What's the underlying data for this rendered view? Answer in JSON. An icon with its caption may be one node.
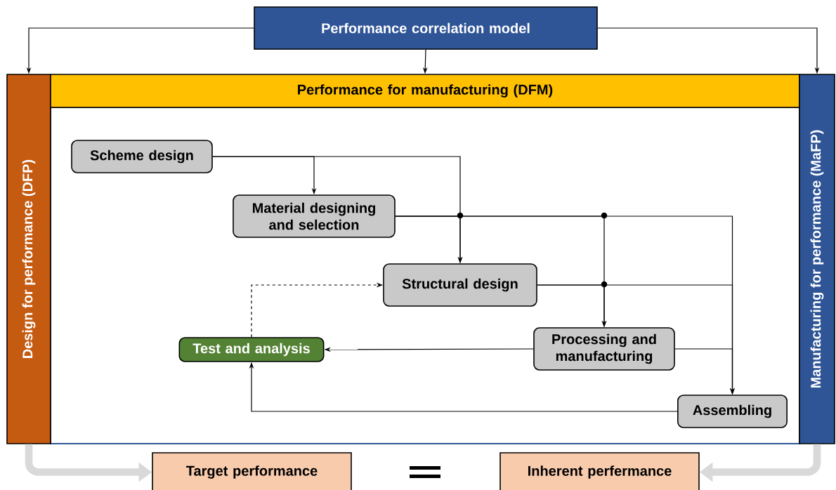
{
  "diagram": {
    "nodes": [
      {
        "text": [
          "Performance correlation model"
        ]
      },
      {
        "text": [
          "Design for performance (DFP)"
        ]
      },
      {
        "text": [
          "Performance for manufacturing (DFM)"
        ]
      },
      {
        "text": [
          "Manufacturing for performance (MaFP)"
        ]
      },
      {
        "text": [
          "Scheme design"
        ]
      },
      {
        "text": [
          "Material designing and selection"
        ]
      },
      {
        "text": [
          "Structural design"
        ]
      },
      {
        "text": [
          "Test and analysis"
        ]
      },
      {
        "text": [
          "Processing and manufacturing"
        ]
      },
      {
        "text": [
          "Assembling"
        ]
      },
      {
        "text": [
          "Target performance"
        ]
      },
      {
        "text": [
          "Inherent perfermance"
        ]
      }
    ],
    "edges": [
      {
        "from": 0,
        "to": 1,
        "arrow": "to"
      },
      {
        "from": 0,
        "to": 2,
        "arrow": "to"
      },
      {
        "from": 0,
        "to": 3,
        "arrow": "to"
      },
      {
        "from": 4,
        "to": 5,
        "arrow": "to"
      },
      {
        "from": 4,
        "to": 6,
        "arrow": "to"
      },
      {
        "from": 5,
        "to": 6,
        "arrow": "to"
      },
      {
        "from": 5,
        "to": 8,
        "arrow": "to"
      },
      {
        "from": 5,
        "to": 9,
        "arrow": "to"
      },
      {
        "from": 6,
        "to": 8,
        "arrow": "to"
      },
      {
        "from": 6,
        "to": 9,
        "arrow": "to"
      },
      {
        "from": 8,
        "to": 9,
        "arrow": "to"
      },
      {
        "from": 8,
        "to": 7,
        "arrow": "to"
      },
      {
        "from": 9,
        "to": 7,
        "arrow": "to"
      },
      {
        "from": 7,
        "to": 6,
        "arrow": "to",
        "style": "dashed"
      },
      {
        "from": 1,
        "to": 10,
        "arrow": "to",
        "style": "thick",
        "color": "#d9d9d9"
      },
      {
        "from": 3,
        "to": 11,
        "arrow": "to",
        "style": "thick",
        "color": "#d9d9d9"
      }
    ]
  }
}
